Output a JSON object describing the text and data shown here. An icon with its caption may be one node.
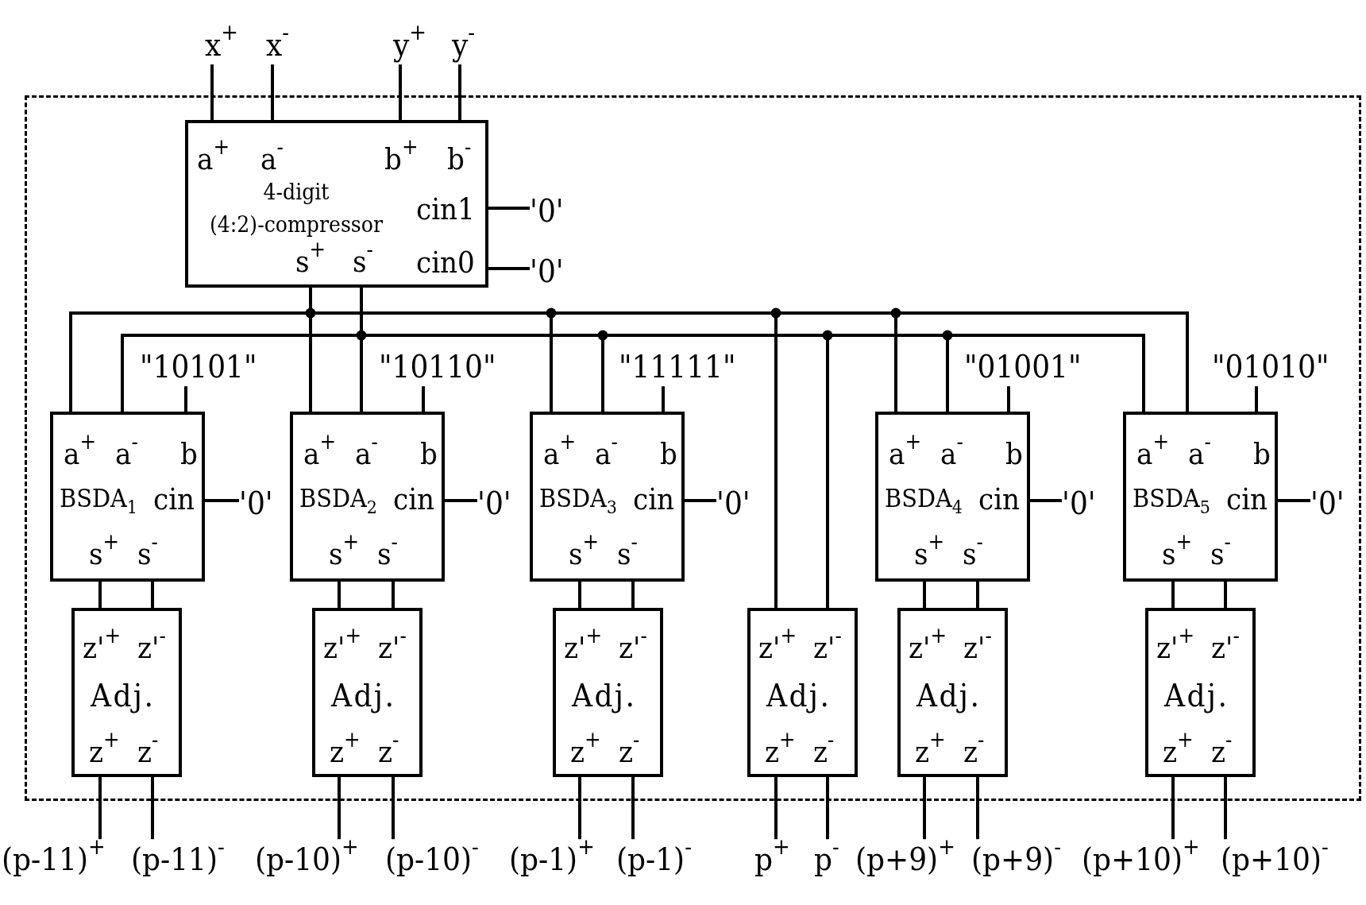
{
  "diagram": {
    "nodes": [
      {
        "text": [
          "x$^{+}$"
        ]
      },
      {
        "text": [
          "x$^{-}$"
        ]
      },
      {
        "text": [
          "y$^{+}$"
        ]
      },
      {
        "text": [
          "y$^{-}$"
        ]
      },
      {
        "text": [],
        "shape": "box"
      },
      {
        "text": [
          "a$^{+}$",
          "a$^{-}$",
          "b$^{+}$",
          "b$^{-}$",
          "4-digit (4:2)-compressor",
          "cin1",
          "s$^{+}$",
          "s$^{-}$",
          "cin0"
        ],
        "in": 4
      },
      {
        "text": [
          "'0'"
        ],
        "in": 4
      },
      {
        "text": [
          "'0'"
        ],
        "in": 4
      },
      {
        "text": [
          "\"10101\""
        ],
        "in": 4
      },
      {
        "text": [
          "\"10110\""
        ],
        "in": 4
      },
      {
        "text": [
          "\"11111\""
        ],
        "in": 4
      },
      {
        "text": [
          "\"01001\""
        ],
        "in": 4
      },
      {
        "text": [
          "\"01010\""
        ],
        "in": 4
      },
      {
        "text": [
          "a$^{+}$",
          "a$^{-}$",
          "b",
          "BSDA$_{1}$",
          "cin",
          "s$^{+}$",
          "s$^{-}$"
        ],
        "in": 4
      },
      {
        "text": [
          "'0'"
        ],
        "in": 4
      },
      {
        "text": [
          "a$^{+}$",
          "a$^{-}$",
          "b",
          "BSDA$_{2}$",
          "cin",
          "s$^{+}$",
          "s$^{-}$"
        ],
        "in": 4
      },
      {
        "text": [
          "'0'"
        ],
        "in": 4
      },
      {
        "text": [
          "a$^{+}$",
          "a$^{-}$",
          "b",
          "BSDA$_{3}$",
          "cin",
          "s$^{+}$",
          "s$^{-}$"
        ],
        "in": 4
      },
      {
        "text": [
          "'0'"
        ],
        "in": 4
      },
      {
        "text": [
          "a$^{+}$",
          "a$^{-}$",
          "b",
          "BSDA$_{4}$",
          "cin",
          "s$^{+}$",
          "s$^{-}$"
        ],
        "in": 4
      },
      {
        "text": [
          "'0'"
        ],
        "in": 4
      },
      {
        "text": [
          "a$^{+}$",
          "a$^{-}$",
          "b",
          "BSDA$_{5}$",
          "cin",
          "s$^{+}$",
          "s$^{-}$"
        ],
        "in": 4
      },
      {
        "text": [
          "'0'"
        ],
        "in": 4
      },
      {
        "text": [
          "z'$^{+}$",
          "z'$^{-}$",
          "Adj.",
          "z$^{+}$",
          "z$^{-}$"
        ],
        "in": 4
      },
      {
        "text": [
          "z'$^{+}$",
          "z'$^{-}$",
          "Adj.",
          "z$^{+}$",
          "z$^{-}$"
        ],
        "in": 4
      },
      {
        "text": [
          "z'$^{+}$",
          "z'$^{-}$",
          "Adj.",
          "z$^{+}$",
          "z$^{-}$"
        ],
        "in": 4
      },
      {
        "text": [
          "z'$^{+}$",
          "z'$^{-}$",
          "Adj.",
          "z$^{+}$",
          "z$^{-}$"
        ],
        "in": 4
      },
      {
        "text": [
          "z'$^{+}$",
          "z'$^{-}$",
          "Adj.",
          "z$^{+}$",
          "z$^{-}$"
        ],
        "in": 4
      },
      {
        "text": [
          "z'$^{+}$",
          "z'$^{-}$",
          "Adj.",
          "z$^{+}$",
          "z$^{-}$"
        ],
        "in": 4
      },
      {
        "text": [
          "(p-11)$^{+}$"
        ]
      },
      {
        "text": [
          "(p-11)$^{-}$"
        ]
      },
      {
        "text": [
          "(p-10)$^{+}$"
        ]
      },
      {
        "text": [
          "(p-10)$^{-}$"
        ]
      },
      {
        "text": [
          "(p-1)$^{+}$"
        ]
      },
      {
        "text": [
          "(p-1)$^{-}$"
        ]
      },
      {
        "text": [
          "p$^{+}$"
        ]
      },
      {
        "text": [
          "p$^{-}$"
        ]
      },
      {
        "text": [
          "(p+9)$^{+}$"
        ]
      },
      {
        "text": [
          "(p+9)$^{-}$"
        ]
      },
      {
        "text": [
          "(p+10)$^{+}$"
        ]
      },
      {
        "text": [
          "(p+10)$^{-}$"
        ]
      }
    ],
    "edges": [
      {
        "from": 0,
        "to": 5,
        "arrow": "none"
      },
      {
        "from": 1,
        "to": 5,
        "arrow": "none"
      },
      {
        "from": 2,
        "to": 5,
        "arrow": "none"
      },
      {
        "from": 3,
        "to": 5,
        "arrow": "none"
      },
      {
        "from": 6,
        "to": 5,
        "arrow": "none"
      },
      {
        "from": 7,
        "to": 5,
        "arrow": "none"
      },
      {
        "from": 5,
        "to": 13,
        "arrow": "none"
      },
      {
        "from": 5,
        "to": 13,
        "arrow": "none"
      },
      {
        "from": 5,
        "to": 15,
        "arrow": "none"
      },
      {
        "from": 5,
        "to": 15,
        "arrow": "none"
      },
      {
        "from": 5,
        "to": 17,
        "arrow": "none"
      },
      {
        "from": 5,
        "to": 17,
        "arrow": "none"
      },
      {
        "from": 5,
        "to": 26,
        "arrow": "none"
      },
      {
        "from": 5,
        "to": 26,
        "arrow": "none"
      },
      {
        "from": 5,
        "to": 19,
        "arrow": "none"
      },
      {
        "from": 5,
        "to": 19,
        "arrow": "none"
      },
      {
        "from": 5,
        "to": 21,
        "arrow": "none"
      },
      {
        "from": 5,
        "to": 21,
        "arrow": "none"
      },
      {
        "from": 8,
        "to": 13,
        "arrow": "none"
      },
      {
        "from": 9,
        "to": 15,
        "arrow": "none"
      },
      {
        "from": 10,
        "to": 17,
        "arrow": "none"
      },
      {
        "from": 11,
        "to": 19,
        "arrow": "none"
      },
      {
        "from": 12,
        "to": 21,
        "arrow": "none"
      },
      {
        "from": 14,
        "to": 13,
        "arrow": "none"
      },
      {
        "from": 16,
        "to": 15,
        "arrow": "none"
      },
      {
        "from": 18,
        "to": 17,
        "arrow": "none"
      },
      {
        "from": 20,
        "to": 19,
        "arrow": "none"
      },
      {
        "from": 22,
        "to": 21,
        "arrow": "none"
      },
      {
        "from": 13,
        "to": 23,
        "arrow": "none"
      },
      {
        "from": 13,
        "to": 23,
        "arrow": "none"
      },
      {
        "from": 15,
        "to": 24,
        "arrow": "none"
      },
      {
        "from": 15,
        "to": 24,
        "arrow": "none"
      },
      {
        "from": 17,
        "to": 25,
        "arrow": "none"
      },
      {
        "from": 17,
        "to": 25,
        "arrow": "none"
      },
      {
        "from": 19,
        "to": 27,
        "arrow": "none"
      },
      {
        "from": 19,
        "to": 27,
        "arrow": "none"
      },
      {
        "from": 21,
        "to": 28,
        "arrow": "none"
      },
      {
        "from": 21,
        "to": 28,
        "arrow": "none"
      },
      {
        "from": 23,
        "to": 29,
        "arrow": "none"
      },
      {
        "from": 23,
        "to": 30,
        "arrow": "none"
      },
      {
        "from": 24,
        "to": 31,
        "arrow": "none"
      },
      {
        "from": 24,
        "to": 32,
        "arrow": "none"
      },
      {
        "from": 25,
        "to": 33,
        "arrow": "none"
      },
      {
        "from": 25,
        "to": 34,
        "arrow": "none"
      },
      {
        "from": 26,
        "to": 35,
        "arrow": "none"
      },
      {
        "from": 26,
        "to": 36,
        "arrow": "none"
      },
      {
        "from": 27,
        "to": 37,
        "arrow": "none"
      },
      {
        "from": 27,
        "to": 38,
        "arrow": "none"
      },
      {
        "from": 28,
        "to": 39,
        "arrow": "none"
      },
      {
        "from": 28,
        "to": 40,
        "arrow": "none"
      }
    ]
  }
}
